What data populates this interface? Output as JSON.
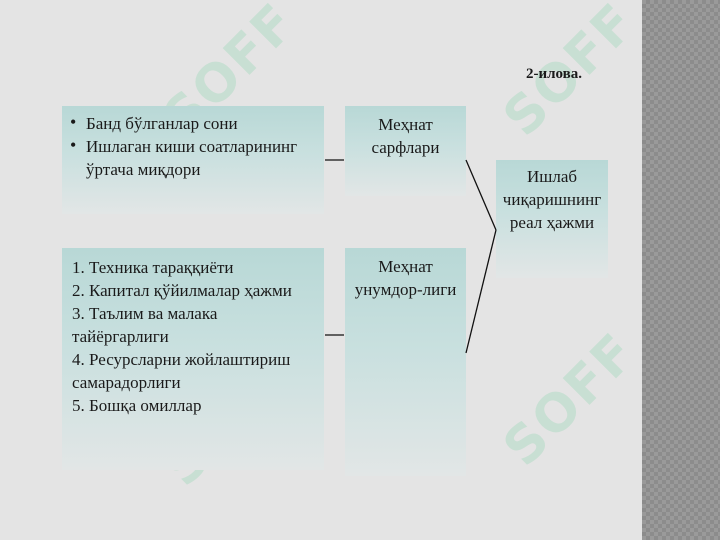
{
  "caption": "2-илова.",
  "factors_top": {
    "items": [
      "Банд бўлганлар сони",
      "Ишлаган киши соатларининг ўртача миқдори"
    ]
  },
  "factors_bottom": {
    "items": [
      "1. Техника тараққиёти",
      "2. Капитал қўйилмалар ҳажми",
      "3. Таълим ва малака тайёргарлиги",
      "4. Ресурсларни жойлаштириш самарадорлиги",
      "5. Бошқа омиллар"
    ]
  },
  "labor_costs": "Меҳнат сарфлари",
  "labor_productivity": "Меҳнат унумдор-лиги",
  "real_output": "Ишлаб чиқаришнинг реал ҳажми",
  "watermark": "SOFF",
  "colors": {
    "box_top": "#b8d8d6",
    "box_bottom": "#e2e6e6",
    "background": "#e4e4e4",
    "side_pattern": "#9a9a9a"
  }
}
